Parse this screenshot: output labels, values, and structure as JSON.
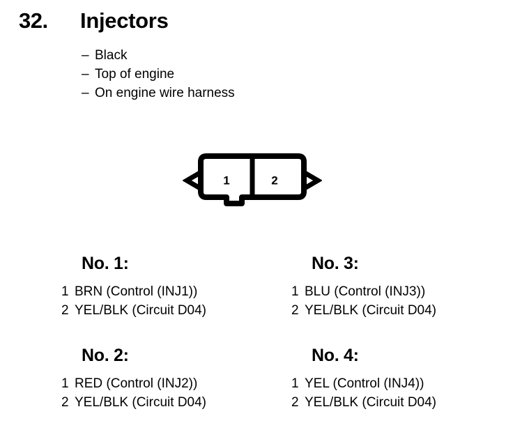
{
  "header": {
    "item_number": "32.",
    "title": "Injectors",
    "attributes": [
      {
        "dash": "–",
        "text": "Black"
      },
      {
        "dash": "–",
        "text": "Top of engine"
      },
      {
        "dash": "–",
        "text": "On engine wire harness"
      }
    ]
  },
  "connector": {
    "cavities": [
      {
        "label": "1"
      },
      {
        "label": "2"
      }
    ],
    "stroke_color": "#000000",
    "fill_color": "#ffffff"
  },
  "pinouts": [
    {
      "heading": "No. 1:",
      "rows": [
        {
          "pin": "1",
          "desc": "BRN (Control (INJ1))"
        },
        {
          "pin": "2",
          "desc": "YEL/BLK (Circuit D04)"
        }
      ]
    },
    {
      "heading": "No. 3:",
      "rows": [
        {
          "pin": "1",
          "desc": "BLU (Control (INJ3))"
        },
        {
          "pin": "2",
          "desc": "YEL/BLK (Circuit D04)"
        }
      ]
    },
    {
      "heading": "No. 2:",
      "rows": [
        {
          "pin": "1",
          "desc": "RED (Control (INJ2))"
        },
        {
          "pin": "2",
          "desc": "YEL/BLK (Circuit D04)"
        }
      ]
    },
    {
      "heading": "No. 4:",
      "rows": [
        {
          "pin": "1",
          "desc": "YEL (Control (INJ4))"
        },
        {
          "pin": "2",
          "desc": "YEL/BLK (Circuit D04)"
        }
      ]
    }
  ]
}
